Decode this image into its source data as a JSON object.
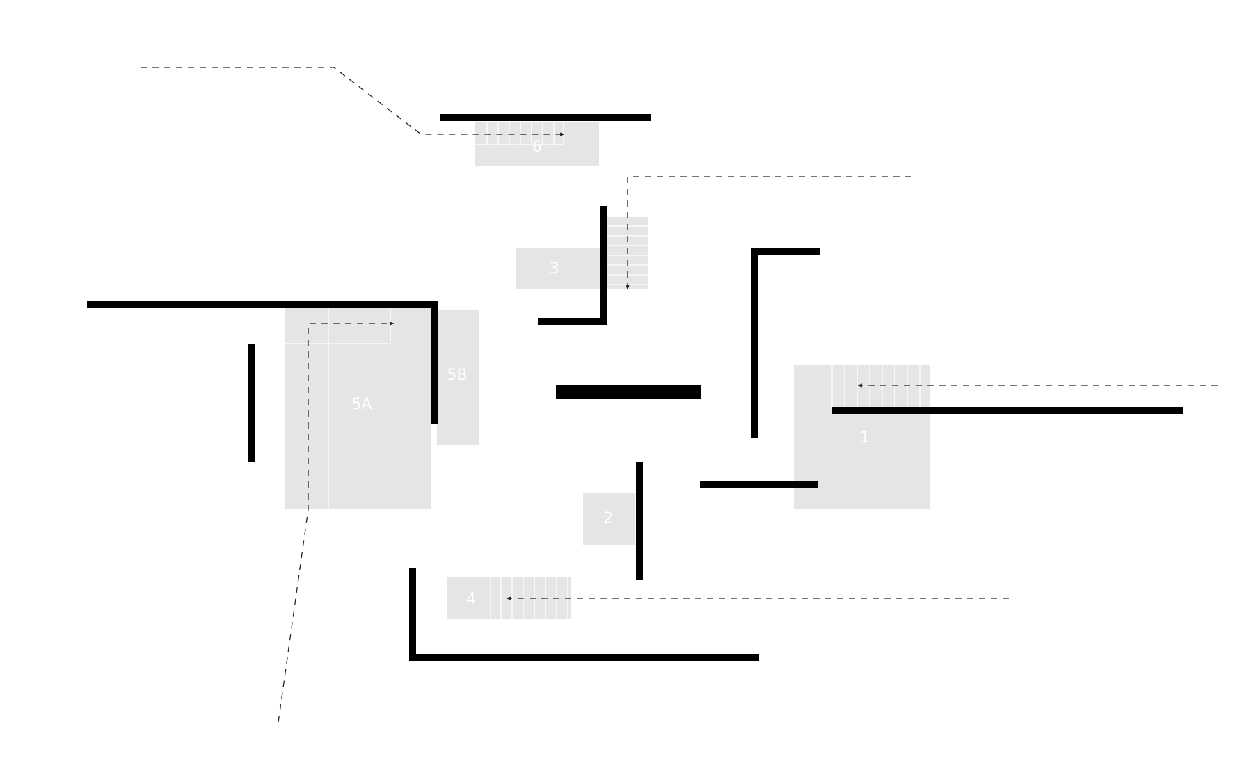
{
  "rooms": {
    "r1": {
      "label": "1"
    },
    "r2": {
      "label": "2"
    },
    "r3": {
      "label": "3"
    },
    "r4": {
      "label": "4"
    },
    "r5a": {
      "label": "5A"
    },
    "r5b": {
      "label": "5B"
    },
    "r6": {
      "label": "6"
    }
  },
  "colors": {
    "room_fill": "#e5e5e5",
    "wall": "#000000",
    "path": "#222222",
    "label": "#ffffff"
  }
}
